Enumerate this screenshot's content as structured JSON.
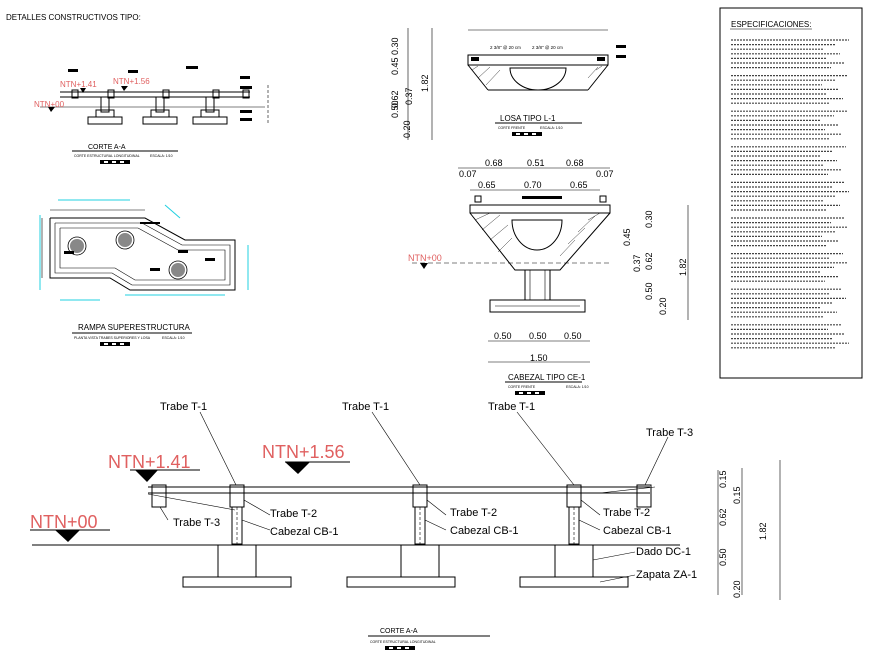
{
  "page_title": "DETALLES CONSTRUCTIVOS TIPO:",
  "colors": {
    "ink": "#000000",
    "level_marker": "#e06060",
    "guide": "#20d0e0"
  },
  "top_left": {
    "title": "CORTE A-A",
    "subtitle": "CORTE ESTRUCTURAL LONGITUDINAL",
    "scale": "ESCALA: 1/10",
    "levels": [
      "NTN+1.41",
      "NTN+1.56",
      "NTN+00"
    ]
  },
  "rampa": {
    "title": "RAMPA SUPERESTRUCTURA",
    "subtitle": "PLANTA VISTA TRABES SUPERIORES Y LOSA",
    "scale": "ESCALA: 1/10"
  },
  "losa": {
    "title": "LOSA TIPO L-1",
    "subtitle": "CORTE FRENTE",
    "scale": "ESCALA: 1/10",
    "bar_label_1": "2 3/8\" @ 20 cm",
    "bar_label_2": "2 3/8\" @ 20 cm",
    "dims_left": [
      "0.45",
      "0.37",
      "0.62",
      "0.30",
      "0.50",
      "0.20"
    ],
    "dim_right": "1.82"
  },
  "cabezal": {
    "title": "CABEZAL TIPO CE-1",
    "subtitle": "CORTE FRENTE",
    "scale": "ESCALA: 1/10",
    "top_dims": [
      "0.68",
      "0.51",
      "0.68"
    ],
    "side_dims": [
      "0.07",
      "0.07"
    ],
    "mid_dims": [
      "0.65",
      "0.70",
      "0.65"
    ],
    "bottom_dims": [
      "0.50",
      "0.50",
      "0.50"
    ],
    "total": "1.50",
    "level": "NTN+00",
    "left_dims": [
      "0.45",
      "0.37",
      "0.62",
      "0.30",
      "0.50",
      "0.20"
    ],
    "dim_right": "1.82"
  },
  "specs": {
    "title": "ESPECIFICACIONES:"
  },
  "main": {
    "title": "CORTE A-A",
    "subtitle": "CORTE ESTRUCTURAL LONGITUDINAL",
    "levels": [
      "NTN+1.41",
      "NTN+1.56",
      "NTN+00"
    ],
    "labels": {
      "trabe_t1": "Trabe T-1",
      "trabe_t2": "Trabe T-2",
      "trabe_t3": "Trabe T-3",
      "cabezal": "Cabezal CB-1",
      "dado": "Dado DC-1",
      "zapata": "Zapata ZA-1"
    },
    "dims_right": [
      "0.15",
      "0.15",
      "0.62",
      "0.50",
      "0.20"
    ],
    "dim_total": "1.82"
  }
}
